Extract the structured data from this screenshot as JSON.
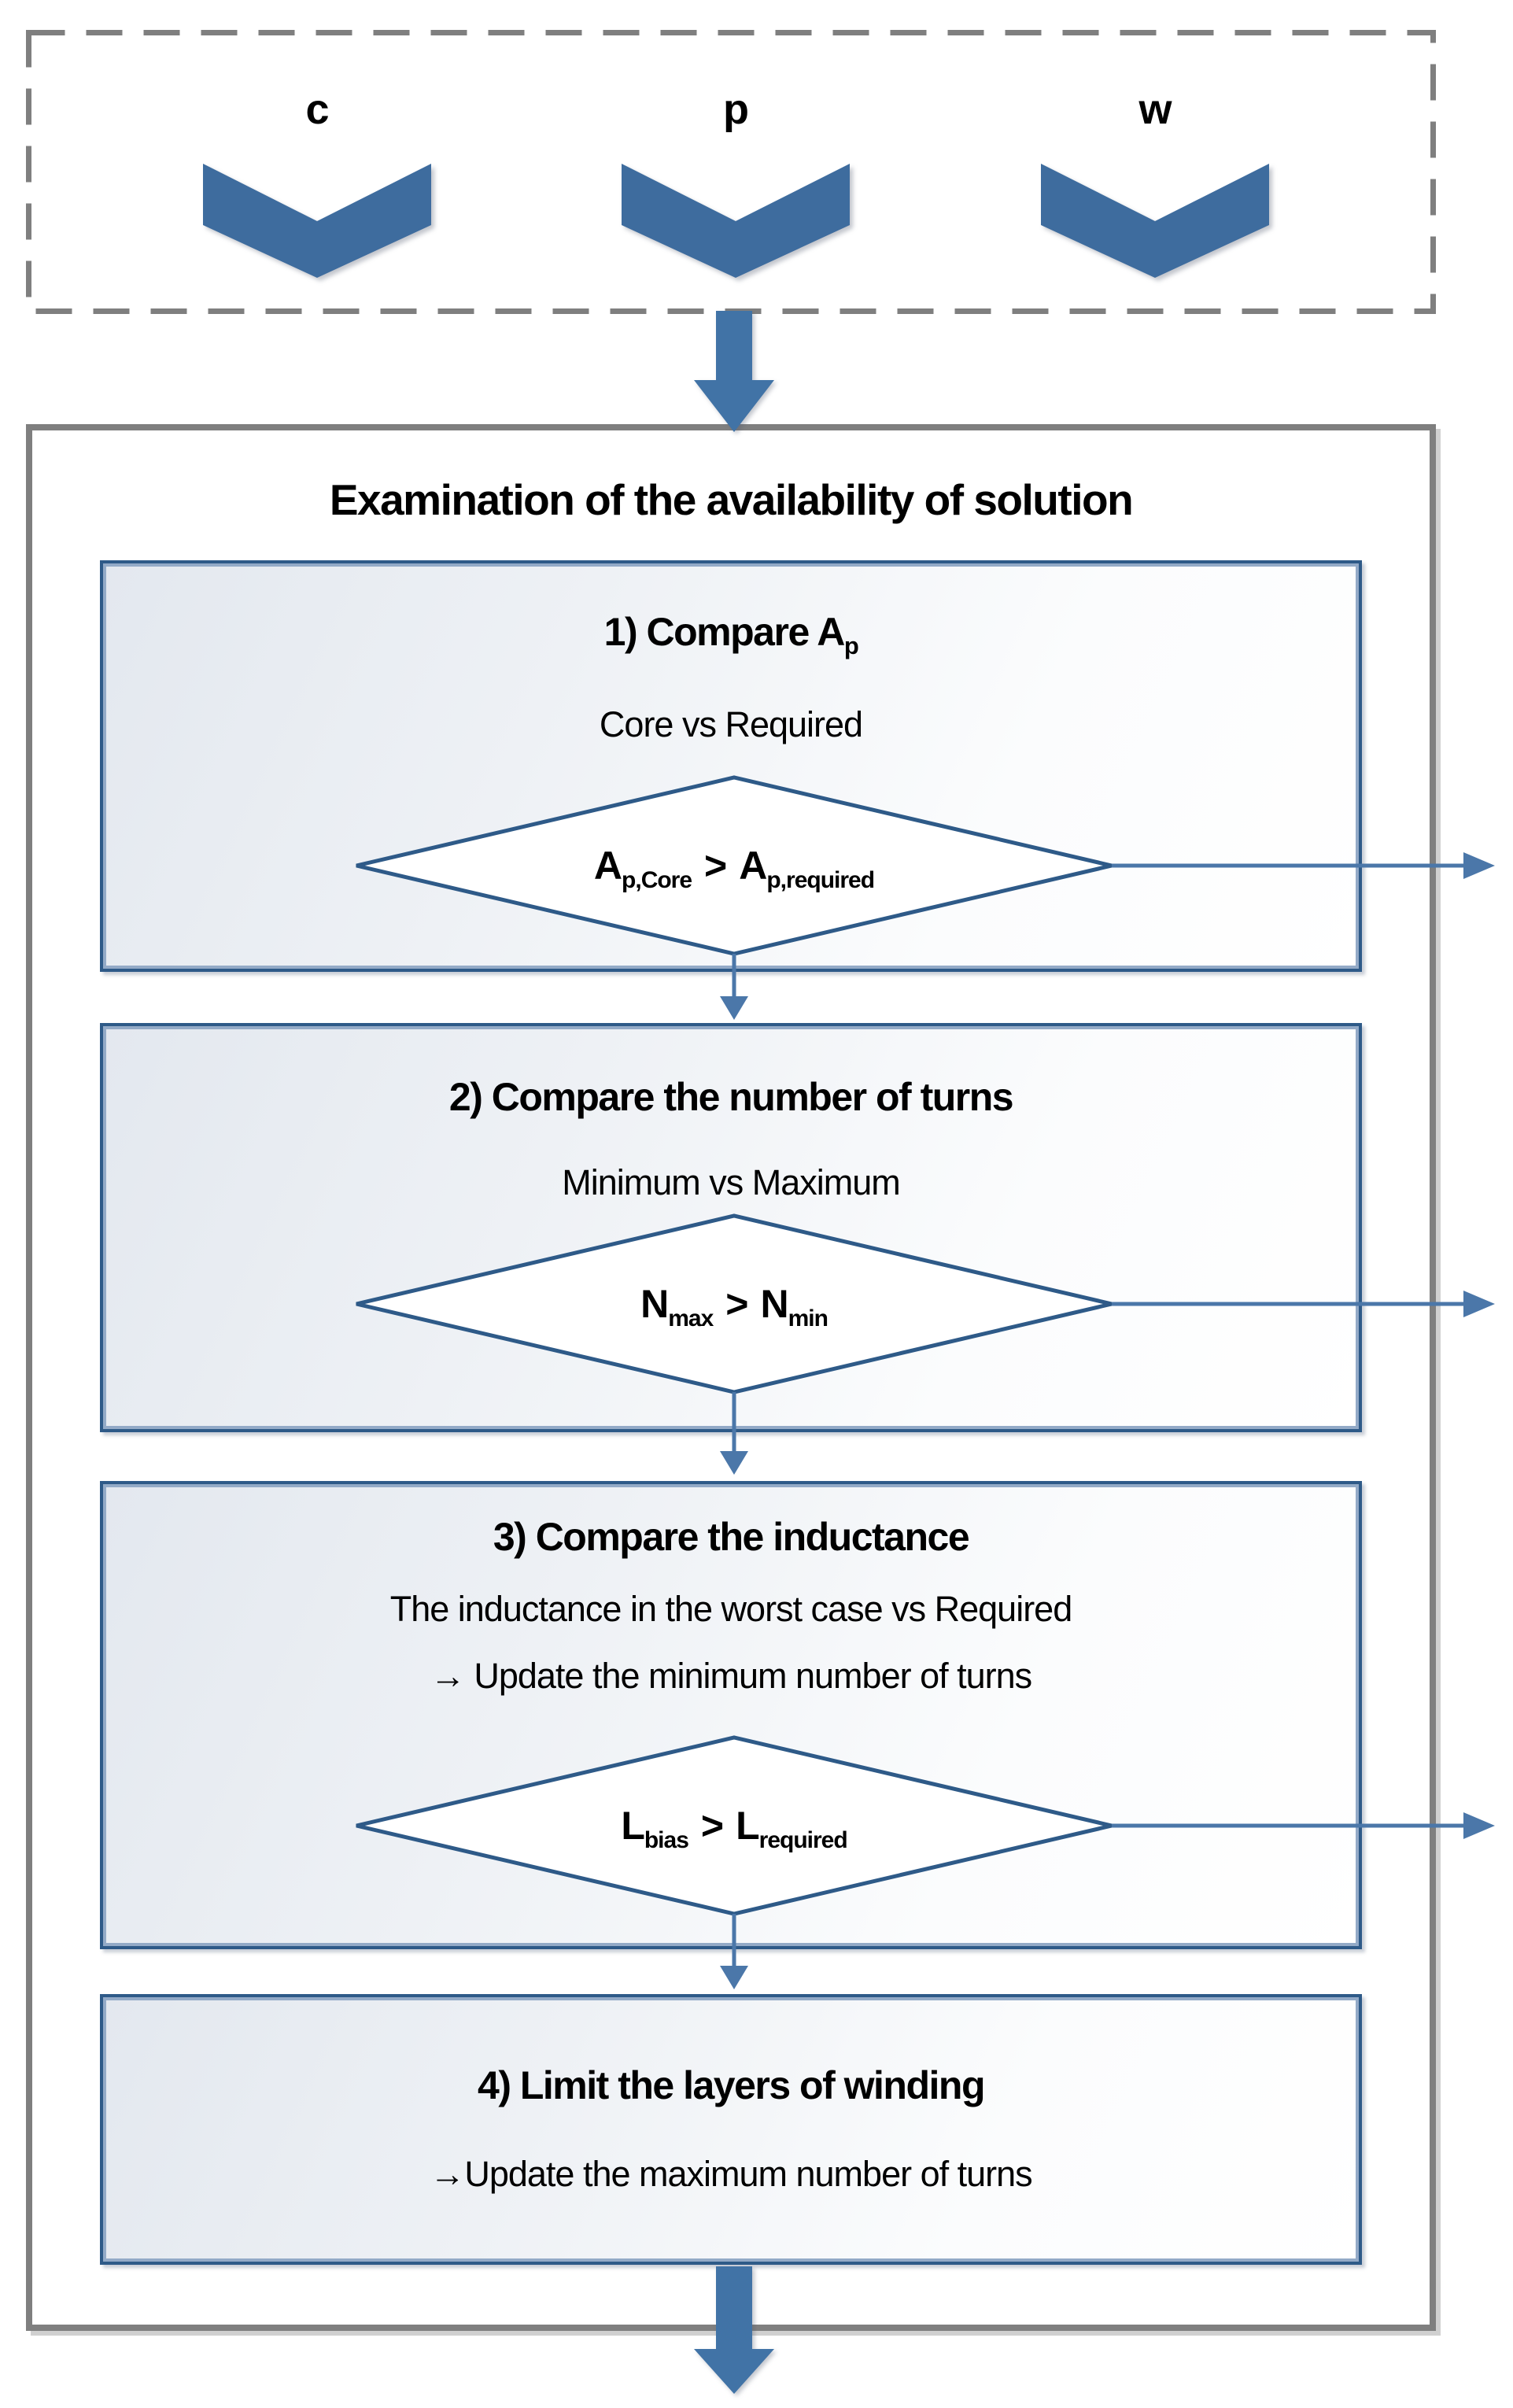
{
  "inputs": {
    "box_style": "dashed",
    "items": [
      {
        "label": "c",
        "icon": "chevron-down"
      },
      {
        "label": "p",
        "icon": "chevron-down"
      },
      {
        "label": "w",
        "icon": "chevron-down"
      }
    ]
  },
  "main": {
    "title": "Examination of the availability of solution",
    "steps": [
      {
        "heading_base": "1) Compare A",
        "heading_sub": "p",
        "subtitle": "Core vs Required",
        "condition": {
          "base1": "A",
          "sub1": "p,Core",
          "op": ">",
          "base2": "A",
          "sub2": "p,required"
        }
      },
      {
        "heading_base": "2) Compare the number of turns",
        "subtitle": "Minimum vs Maximum",
        "condition": {
          "base1": "N",
          "sub1": "max",
          "op": ">",
          "base2": "N",
          "sub2": "min"
        }
      },
      {
        "heading_base": "3) Compare the inductance",
        "subtitle": "The inductance in the worst case vs Required",
        "note": "→ Update the minimum number of turns",
        "condition": {
          "base1": "L",
          "sub1": "bias",
          "op": ">",
          "base2": "L",
          "sub2": "required"
        }
      },
      {
        "heading_base": "4) Limit the layers of winding",
        "note": "→Update the maximum number of turns"
      }
    ]
  },
  "flow_icons": {
    "entry_arrow": "fat-arrow-down",
    "exit_arrow": "fat-arrow-down",
    "decision_exit": "thin-arrow-right",
    "decision_next": "thin-arrow-down"
  },
  "colors": {
    "accent_blue": "#3E6C9E",
    "box_border_blue": "#2E5A88",
    "box_border_highlight": "#93AAC7",
    "thin_arrow_blue": "#4B77A9",
    "outer_gray": "#7F7F7F",
    "step_bg_from": "#E3E8EF",
    "step_bg_to": "#FFFFFF",
    "text": "#000000"
  }
}
